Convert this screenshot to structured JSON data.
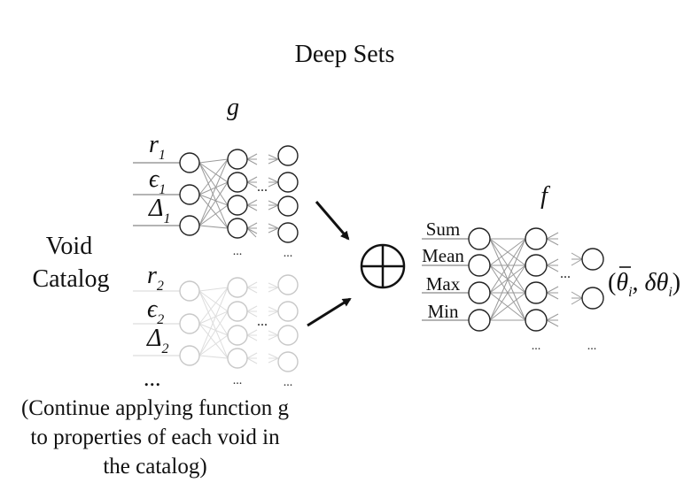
{
  "title": "Deep Sets",
  "catalog_label_lines": [
    "Void",
    "Catalog"
  ],
  "g_label": "g",
  "f_label": "f",
  "ellipsis": "...",
  "void1_inputs": [
    {
      "sym": "r",
      "sub": "1"
    },
    {
      "sym": "ϵ",
      "sub": "1"
    },
    {
      "sym": "Δ",
      "sub": "1"
    }
  ],
  "void2_inputs": [
    {
      "sym": "r",
      "sub": "2"
    },
    {
      "sym": "ϵ",
      "sub": "2"
    },
    {
      "sym": "Δ",
      "sub": "2"
    }
  ],
  "void_more": "...",
  "aggregations": [
    "Sum",
    "Mean",
    "Max",
    "Min"
  ],
  "output_label": {
    "open": "(",
    "theta_bar": "θ",
    "sub1": "i",
    "comma": ", δθ",
    "sub2": "i",
    "close": ")"
  },
  "caption_lines": [
    "(Continue applying function g",
    "to properties of each void in",
    "the catalog)"
  ],
  "colors": {
    "active": "#222222",
    "faded": "#c8c8c8",
    "edge": "#9a9a9a",
    "edge_faded": "#dddddd"
  }
}
